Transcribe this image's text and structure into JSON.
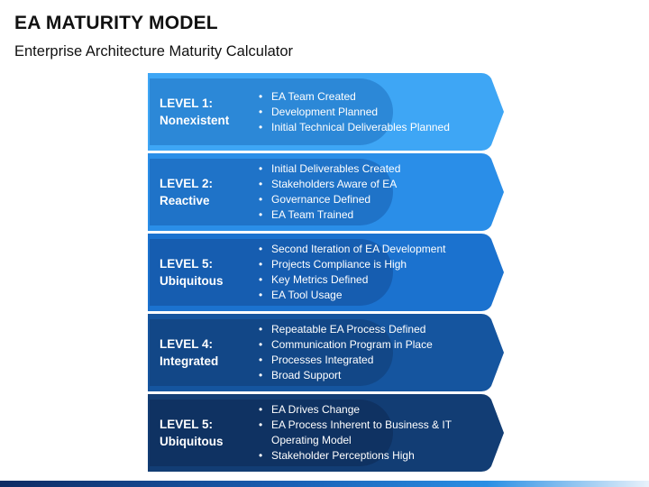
{
  "title": "EA MATURITY MODEL",
  "subtitle": "Enterprise Architecture Maturity Calculator",
  "colors": {
    "level_1": "#3ea6f5",
    "level_2": "#2a8ee8",
    "level_3": "#1b72cf",
    "level_4": "#15559f",
    "level_5": "#123d74"
  },
  "levels": [
    {
      "label_top": "LEVEL 1:",
      "label_bottom": "Nonexistent",
      "bullets": [
        "EA Team Created",
        "Development Planned",
        "Initial Technical Deliverables Planned"
      ]
    },
    {
      "label_top": "LEVEL 2:",
      "label_bottom": "Reactive",
      "bullets": [
        "Initial Deliverables Created",
        "Stakeholders Aware of EA",
        "Governance Defined",
        "EA Team Trained"
      ]
    },
    {
      "label_top": "LEVEL 5:",
      "label_bottom": "Ubiquitous",
      "bullets": [
        "Second Iteration of EA Development",
        "Projects Compliance is High",
        "Key Metrics Defined",
        "EA Tool Usage"
      ]
    },
    {
      "label_top": "LEVEL 4:",
      "label_bottom": "Integrated",
      "bullets": [
        "Repeatable EA Process Defined",
        "Communication Program in Place",
        "Processes Integrated",
        "Broad Support"
      ]
    },
    {
      "label_top": "LEVEL 5:",
      "label_bottom": "Ubiquitous",
      "bullets": [
        "EA Drives Change",
        "EA Process Inherent to Business & IT Operating Model",
        "Stakeholder Perceptions High"
      ]
    }
  ]
}
